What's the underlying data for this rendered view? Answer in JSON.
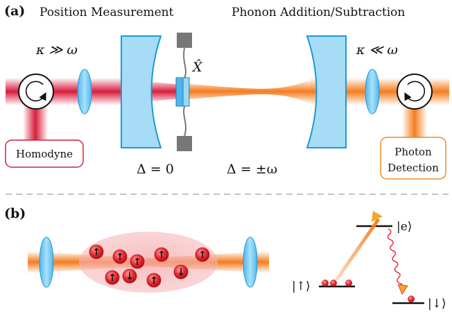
{
  "panel_a": {
    "label": "(a)",
    "left_title": "Position Measurement",
    "right_title": "Phonon Addition/Subtraction",
    "kappa_left": "κ ≫ ω",
    "kappa_right": "κ ≪ ω",
    "x_hat": "X̂",
    "delta_left": "Δ = 0",
    "delta_right": "Δ = ±ω",
    "homodyne": "Homodyne",
    "photon_line1": "Photon",
    "photon_line2": "Detection"
  },
  "panel_b": {
    "label": "(b)",
    "ket_e": "|e⟩",
    "ket_up": "|↑⟩",
    "ket_down": "|↓⟩",
    "spin_arrows": [
      "↑",
      "↑",
      "↑",
      "↑",
      "↑",
      "↑",
      "↓",
      "↑",
      "↓"
    ]
  },
  "colors": {
    "red_beam": "#d91c3c",
    "orange_beam": "#f57c1f",
    "mirror_blue": "#7fd0f5",
    "mirror_edge": "#1b9ad6",
    "homodyne_box": "#d0203a",
    "photon_box": "#f08a24",
    "divider": "#888888"
  }
}
